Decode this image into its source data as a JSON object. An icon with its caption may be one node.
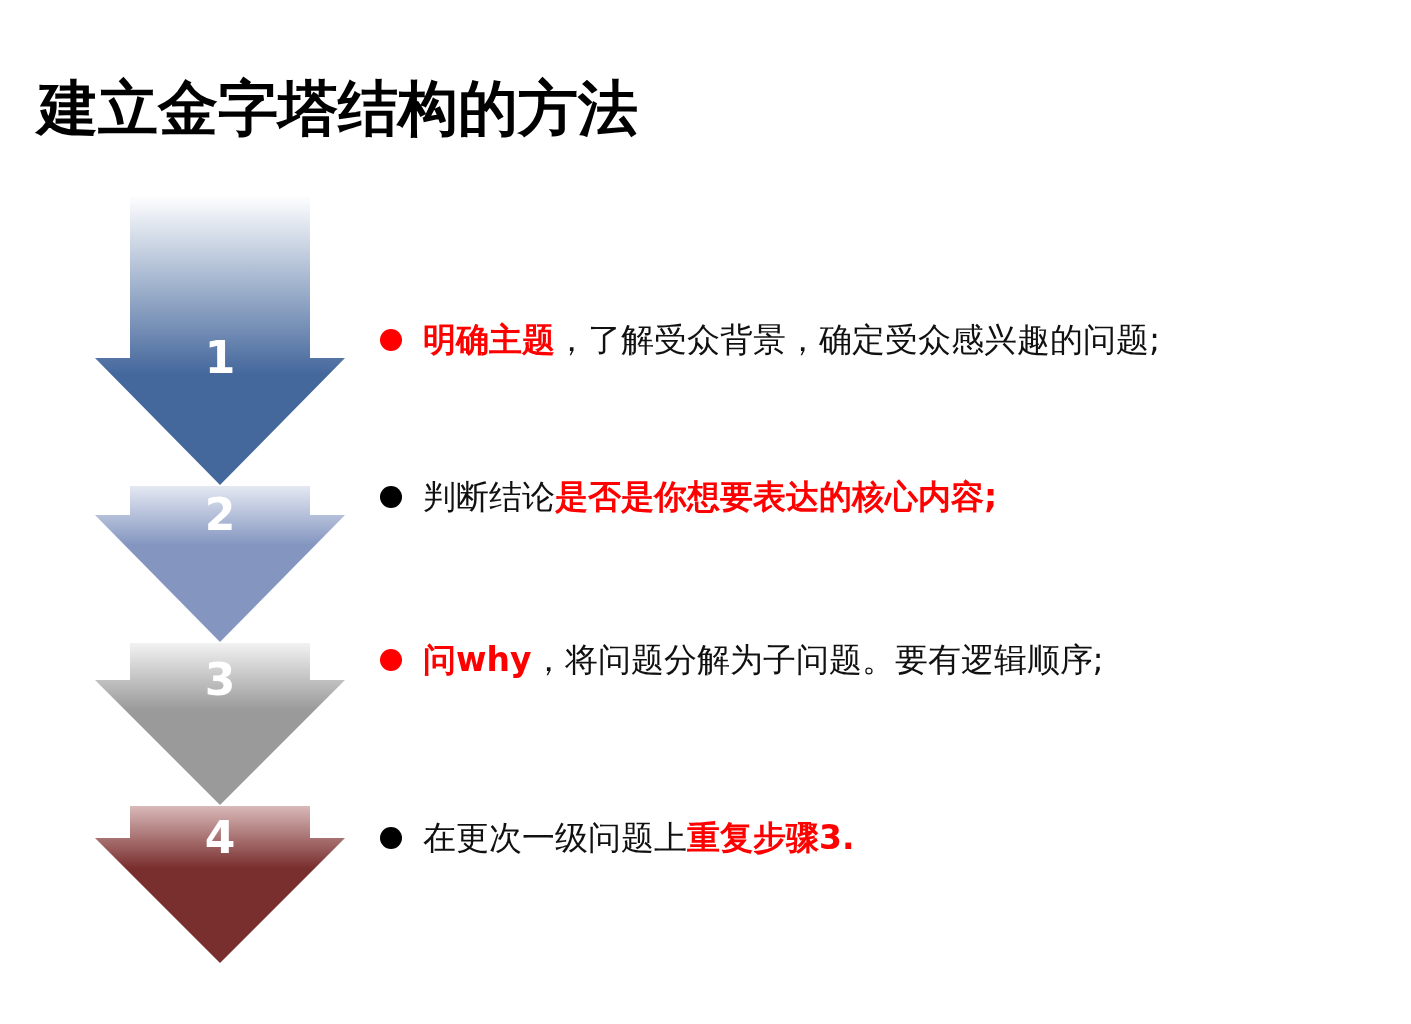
{
  "diagram": {
    "title": "建立金字塔结构的方法",
    "nodes": [
      {
        "text": [
          "1"
        ]
      },
      {
        "text": [
          "2"
        ]
      },
      {
        "text": [
          "3"
        ]
      },
      {
        "text": [
          "4"
        ]
      }
    ],
    "edges": [],
    "labels": [
      "**明确主题**，了解受众背景，确定受众感兴趣的问题;",
      "判断结论**是否是你想要表达的核心内容;**",
      "**问why**，将问题分解为子问题。要有逻辑顺序;",
      "在更次一级问题上**重复步骤3.**"
    ]
  }
}
